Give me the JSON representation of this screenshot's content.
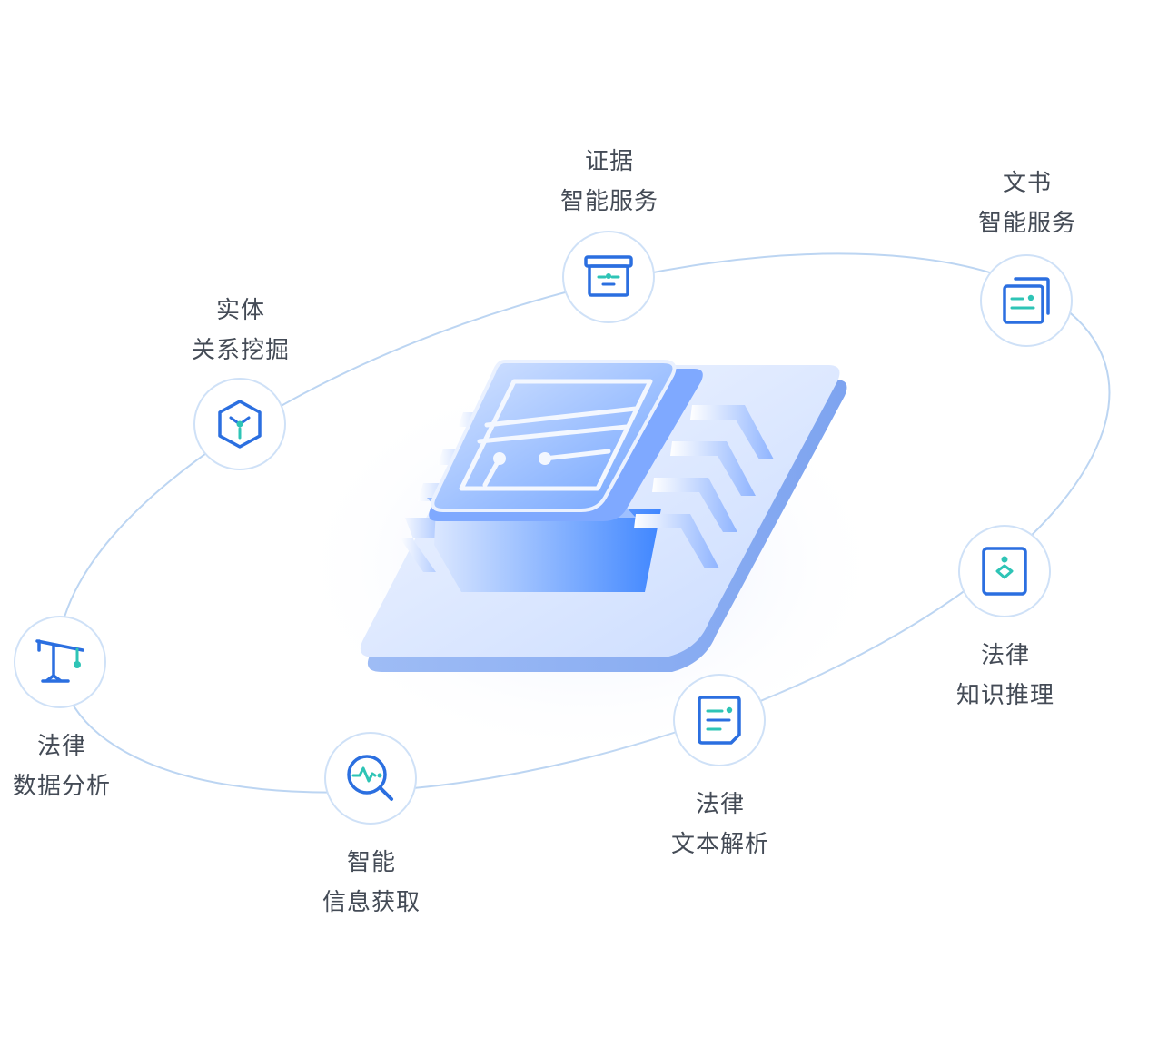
{
  "colors": {
    "ring": "#bcd5f2",
    "node_border": "#cfe1f7",
    "icon_blue": "#2b6fe0",
    "icon_teal": "#2ec4b6",
    "label_text": "#444b56"
  },
  "nodes": [
    {
      "id": "evidence",
      "icon": "archive-box-icon",
      "line1": "证据",
      "line2": "智能服务"
    },
    {
      "id": "document",
      "icon": "document-stack-icon",
      "line1": "文书",
      "line2": "智能服务"
    },
    {
      "id": "entity",
      "icon": "cube-icon",
      "line1": "实体",
      "line2": "关系挖掘"
    },
    {
      "id": "reasoning",
      "icon": "diamond-card-icon",
      "line1": "法律",
      "line2": "知识推理"
    },
    {
      "id": "analysis",
      "icon": "scale-balance-icon",
      "line1": "法律",
      "line2": "数据分析"
    },
    {
      "id": "text",
      "icon": "text-document-icon",
      "line1": "法律",
      "line2": "文本解析"
    },
    {
      "id": "retrieval",
      "icon": "search-pulse-icon",
      "line1": "智能",
      "line2": "信息获取"
    }
  ]
}
